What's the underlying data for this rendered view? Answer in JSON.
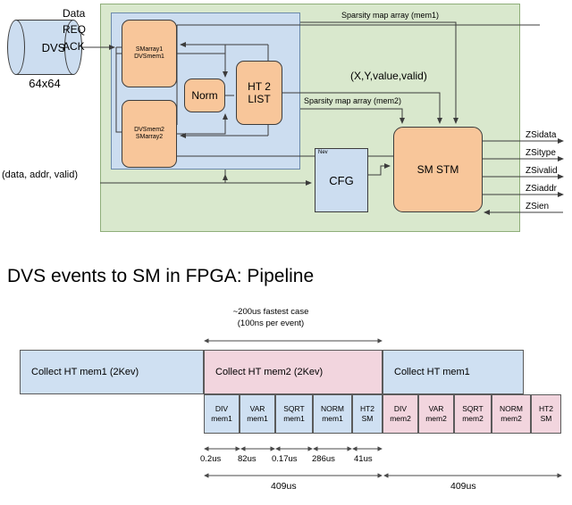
{
  "block_diagram": {
    "source": {
      "name": "DVS",
      "size": "64x64"
    },
    "handshake": {
      "data": "Data",
      "req": "REQ",
      "ack": "ACK"
    },
    "input_bus": "(data, addr, valid)",
    "boxes": {
      "smarray1": "SMarray1\nDVSmem1",
      "smarray1_line1": "SMarray1",
      "smarray1_line2": "DVSmem1",
      "smarray2_line1": "DVSmem2",
      "smarray2_line2": "SMarray2",
      "norm": "Norm",
      "ht2list_line1": "HT 2",
      "ht2list_line2": "LIST",
      "cfg": "CFG",
      "cfg_tag": "Nev",
      "smstm": "SM STM"
    },
    "bus_labels": {
      "sparsity_mem1": "Sparsity map array (mem1)",
      "sparsity_mem2": "Sparsity map array (mem2)",
      "xy_value_valid": "(X,Y,value,valid)"
    },
    "output_signals": [
      {
        "name": "ZSidata",
        "direction": "out"
      },
      {
        "name": "ZSitype",
        "direction": "out"
      },
      {
        "name": "ZSivalid",
        "direction": "out"
      },
      {
        "name": "ZSiaddr",
        "direction": "out"
      },
      {
        "name": "ZSien",
        "direction": "in"
      }
    ],
    "colors": {
      "green_region": "#d9e8cd",
      "blue_region": "#ccddf0",
      "orange_box": "#f8c69a",
      "blue_box": "#ccddf0"
    }
  },
  "pipeline": {
    "title": "DVS events to SM in FPGA: Pipeline",
    "annotations": {
      "fastest_case": "~200us fastest case",
      "per_event": "(100ns per event)"
    },
    "collect_blocks": [
      {
        "label": "Collect HT mem1 (2Kev)",
        "color": "blue"
      },
      {
        "label": "Collect HT mem2 (2Kev)",
        "color": "pink"
      },
      {
        "label": "Collect HT mem1",
        "color": "blue"
      }
    ],
    "stage_rows": [
      {
        "color": "blue",
        "stages": [
          {
            "top": "DIV",
            "bottom": "mem1"
          },
          {
            "top": "VAR",
            "bottom": "mem1"
          },
          {
            "top": "SQRT",
            "bottom": "mem1"
          },
          {
            "top": "NORM",
            "bottom": "mem1"
          },
          {
            "top": "HT2",
            "bottom": "SM"
          }
        ]
      },
      {
        "color": "pink",
        "stages": [
          {
            "top": "DIV",
            "bottom": "mem2"
          },
          {
            "top": "VAR",
            "bottom": "mem2"
          },
          {
            "top": "SQRT",
            "bottom": "mem2"
          },
          {
            "top": "NORM",
            "bottom": "mem2"
          },
          {
            "top": "HT2",
            "bottom": "SM"
          }
        ]
      }
    ],
    "stage_durations": [
      "0.2us",
      "82us",
      "0.17us",
      "286us",
      "41us"
    ],
    "totals": [
      "409us",
      "409us"
    ],
    "colors": {
      "blue": "#cfe0f2",
      "pink": "#f2d5de"
    }
  }
}
